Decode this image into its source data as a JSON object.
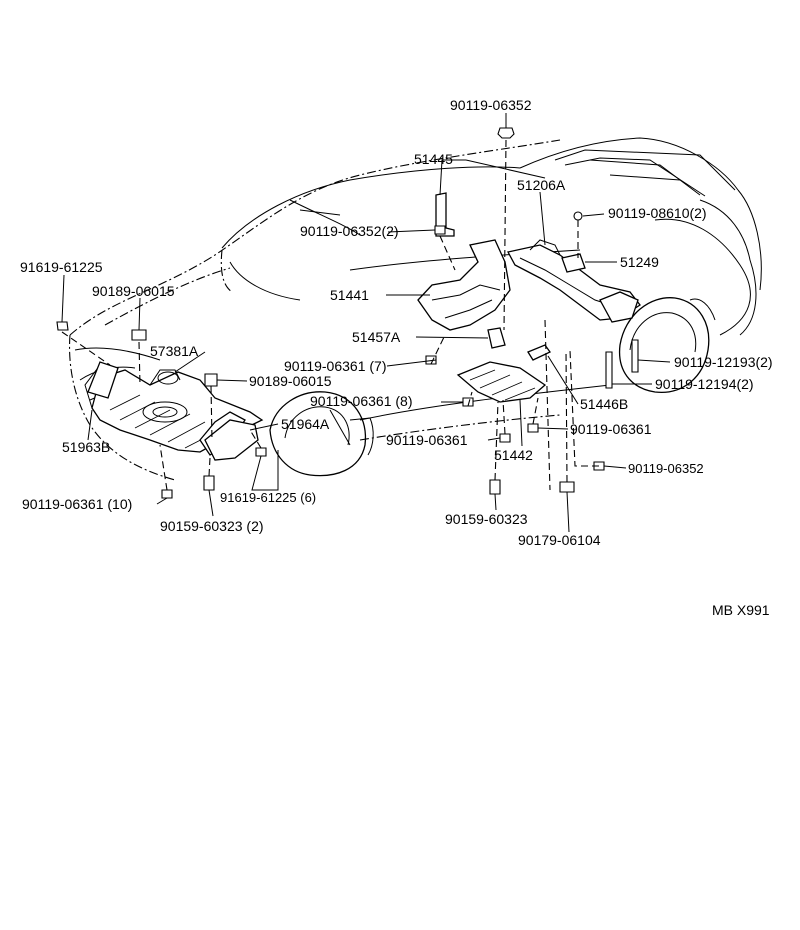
{
  "diagram_id": "MB X991",
  "parts": [
    {
      "key": "p1",
      "label": "90119-06352"
    },
    {
      "key": "p2",
      "label": "51445"
    },
    {
      "key": "p3",
      "label": "51206A"
    },
    {
      "key": "p4",
      "label": "90119-08610(2)"
    },
    {
      "key": "p5",
      "label": "90119-06352(2)"
    },
    {
      "key": "p6",
      "label": "51249"
    },
    {
      "key": "p7",
      "label": "91619-61225"
    },
    {
      "key": "p8",
      "label": "90189-06015"
    },
    {
      "key": "p9",
      "label": "51441"
    },
    {
      "key": "p10",
      "label": "51457A"
    },
    {
      "key": "p11",
      "label": "57381A"
    },
    {
      "key": "p12",
      "label": "90119-06361 (7)"
    },
    {
      "key": "p13",
      "label": "90189-06015"
    },
    {
      "key": "p14",
      "label": "90119-12193(2)"
    },
    {
      "key": "p15",
      "label": "90119-12194(2)"
    },
    {
      "key": "p16",
      "label": "90119-06361 (8)"
    },
    {
      "key": "p17",
      "label": "51446B"
    },
    {
      "key": "p18",
      "label": "51964A"
    },
    {
      "key": "p19",
      "label": "90119-06361"
    },
    {
      "key": "p20",
      "label": "51963B"
    },
    {
      "key": "p21",
      "label": "90119-06361"
    },
    {
      "key": "p22",
      "label": "51442"
    },
    {
      "key": "p23",
      "label": "90119-06352"
    },
    {
      "key": "p24",
      "label": "91619-61225 (6)"
    },
    {
      "key": "p25",
      "label": "90119-06361 (10)"
    },
    {
      "key": "p26",
      "label": "90159-60323 (2)"
    },
    {
      "key": "p27",
      "label": "90159-60323"
    },
    {
      "key": "p28",
      "label": "90179-06104"
    }
  ]
}
